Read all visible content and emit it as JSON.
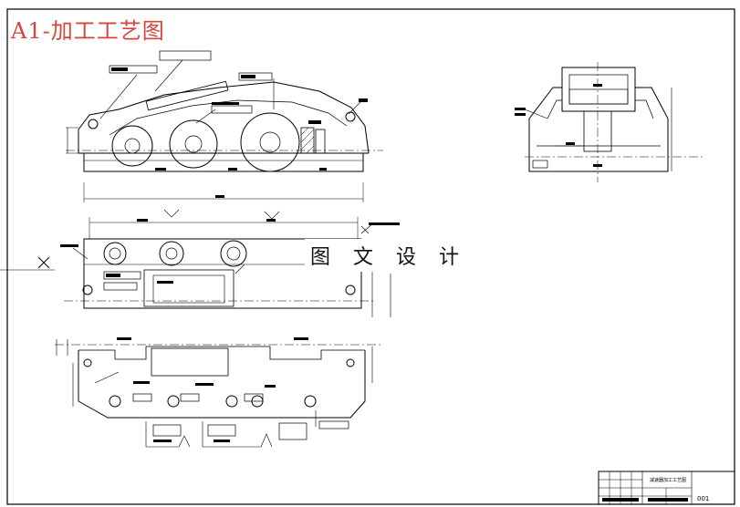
{
  "sheet": {
    "title": "A1-加工工艺图",
    "watermark": "图 文 设 计",
    "title_block": {
      "name": "减速器加工工艺图",
      "code": "001"
    }
  },
  "colors": {
    "title": "#d2463c",
    "line": "#000000",
    "background": "#ffffff"
  },
  "views": [
    {
      "name": "front-view-assembly"
    },
    {
      "name": "side-view"
    },
    {
      "name": "top-view-upper"
    },
    {
      "name": "bottom-view"
    }
  ]
}
